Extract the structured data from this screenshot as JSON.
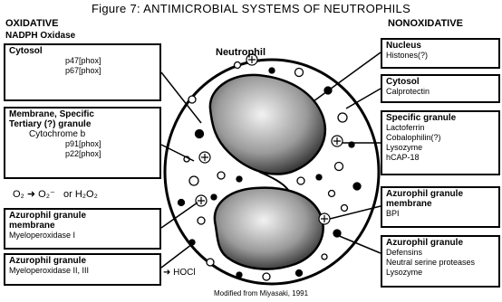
{
  "title": "Figure 7: ANTIMICROBIAL SYSTEMS OF NEUTROPHILS",
  "oxidative": {
    "heading": "OXIDATIVE",
    "subheading": "NADPH Oxidase",
    "cytosol": {
      "heading": "Cytosol",
      "items": [
        "p47[phox]",
        "p67[phox]"
      ]
    },
    "membrane": {
      "heading_line1": "Membrane, Specific",
      "heading_line2": "Tertiary (?) granule",
      "cytochrome": "Cytochrome b",
      "items": [
        "p91[phox]",
        "p22[phox]"
      ]
    },
    "reaction": {
      "o2": "O₂",
      "o2_minus": "O₂⁻",
      "or": "or",
      "h2o2": "H₂O₂"
    },
    "azurophil_membrane": {
      "heading_line1": "Azurophil granule",
      "heading_line2": "membrane",
      "item": "Myeloperoxidase I"
    },
    "azurophil_granule": {
      "heading": "Azurophil granule",
      "item": "Myeloperoxidase II, III"
    },
    "hocl": "HOCl"
  },
  "nonoxidative": {
    "heading": "NONOXIDATIVE",
    "nucleus": {
      "heading": "Nucleus",
      "item": "Histones(?)"
    },
    "cytosol": {
      "heading": "Cytosol",
      "item": "Calprotectin"
    },
    "specific": {
      "heading": "Specific granule",
      "items": [
        "Lactoferrin",
        "Cobalophilin(?)",
        "Lysozyme",
        "hCAP-18"
      ]
    },
    "azurophil_membrane": {
      "heading_line1": "Azurophil granule",
      "heading_line2": "membrane",
      "item": "BPI"
    },
    "azurophil_granule": {
      "heading": "Azurophil granule",
      "items": [
        "Defensins",
        "Neutral serine proteases",
        "Lysozyme"
      ]
    }
  },
  "cell_label": "Neutrophil",
  "credit": "Modified from Miyasaki, 1991"
}
